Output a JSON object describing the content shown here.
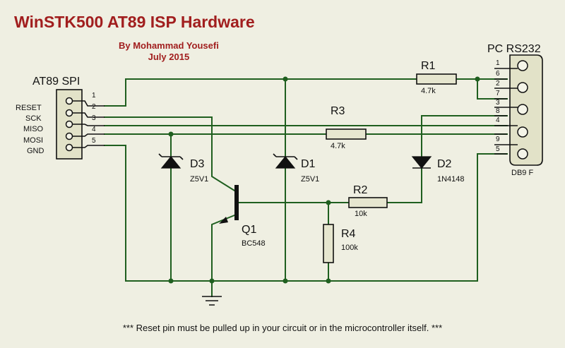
{
  "title": "WinSTK500 AT89 ISP Hardware",
  "author": "By Mohammad Yousefi",
  "date": "July 2015",
  "footnote": "*** Reset pin must be pulled up in your circuit or in the microcontroller itself. ***",
  "spi_connector": {
    "name": "AT89 SPI",
    "pins": [
      {
        "number": "1",
        "signal": "RESET"
      },
      {
        "number": "2",
        "signal": "SCK"
      },
      {
        "number": "3",
        "signal": "MISO"
      },
      {
        "number": "4",
        "signal": "MOSI"
      },
      {
        "number": "5",
        "signal": "GND"
      }
    ]
  },
  "db9": {
    "name": "PC RS232",
    "type": "DB9 F",
    "pin_labels": [
      "1",
      "6",
      "2",
      "7",
      "3",
      "8",
      "4",
      "9",
      "5"
    ]
  },
  "components": {
    "r1": {
      "ref": "R1",
      "value": "4.7k"
    },
    "r2": {
      "ref": "R2",
      "value": "10k"
    },
    "r3": {
      "ref": "R3",
      "value": "4.7k"
    },
    "r4": {
      "ref": "R4",
      "value": "100k"
    },
    "d1": {
      "ref": "D1",
      "value": "Z5V1"
    },
    "d2": {
      "ref": "D2",
      "value": "1N4148"
    },
    "d3": {
      "ref": "D3",
      "value": "Z5V1"
    },
    "q1": {
      "ref": "Q1",
      "value": "BC548"
    }
  },
  "colors": {
    "title": "#a11e1e",
    "wire": "#1f5f1f",
    "background": "#efefe2"
  }
}
